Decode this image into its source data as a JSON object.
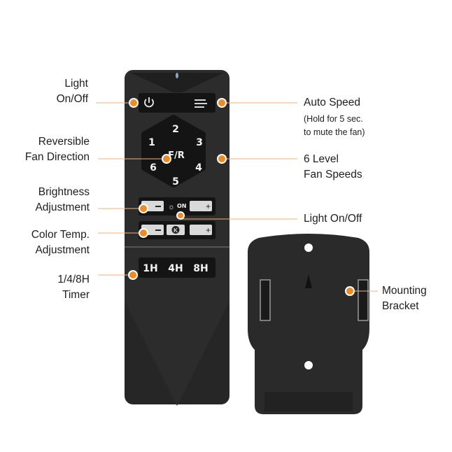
{
  "labels": {
    "light_on_off_left": [
      "Light",
      "On/Off"
    ],
    "reversible": [
      "Reversible",
      "Fan Direction"
    ],
    "brightness": [
      "Brightness",
      "Adjustment"
    ],
    "color_temp": [
      "Color Temp.",
      "Adjustment"
    ],
    "timer": [
      "1/4/8H",
      "Timer"
    ],
    "auto_speed": "Auto Speed",
    "auto_speed_note": [
      "(Hold for 5 sec.",
      "to mute the fan)"
    ],
    "fan_speeds": [
      "6 Level",
      "Fan Speeds"
    ],
    "light_on_off_right": "Light On/Off",
    "mounting_bracket": [
      "Mounting",
      "Bracket"
    ]
  },
  "remote": {
    "speeds": [
      "1",
      "2",
      "3",
      "4",
      "5",
      "6"
    ],
    "center_key": "F/R",
    "light_center": "ON",
    "color_key": "K",
    "timers": [
      "1H",
      "4H",
      "8H"
    ]
  },
  "colors": {
    "accent": "#f08a24",
    "remote": "#2b2b2b",
    "keys": "#1a1a1a",
    "callout_line": "#f3b37a"
  }
}
